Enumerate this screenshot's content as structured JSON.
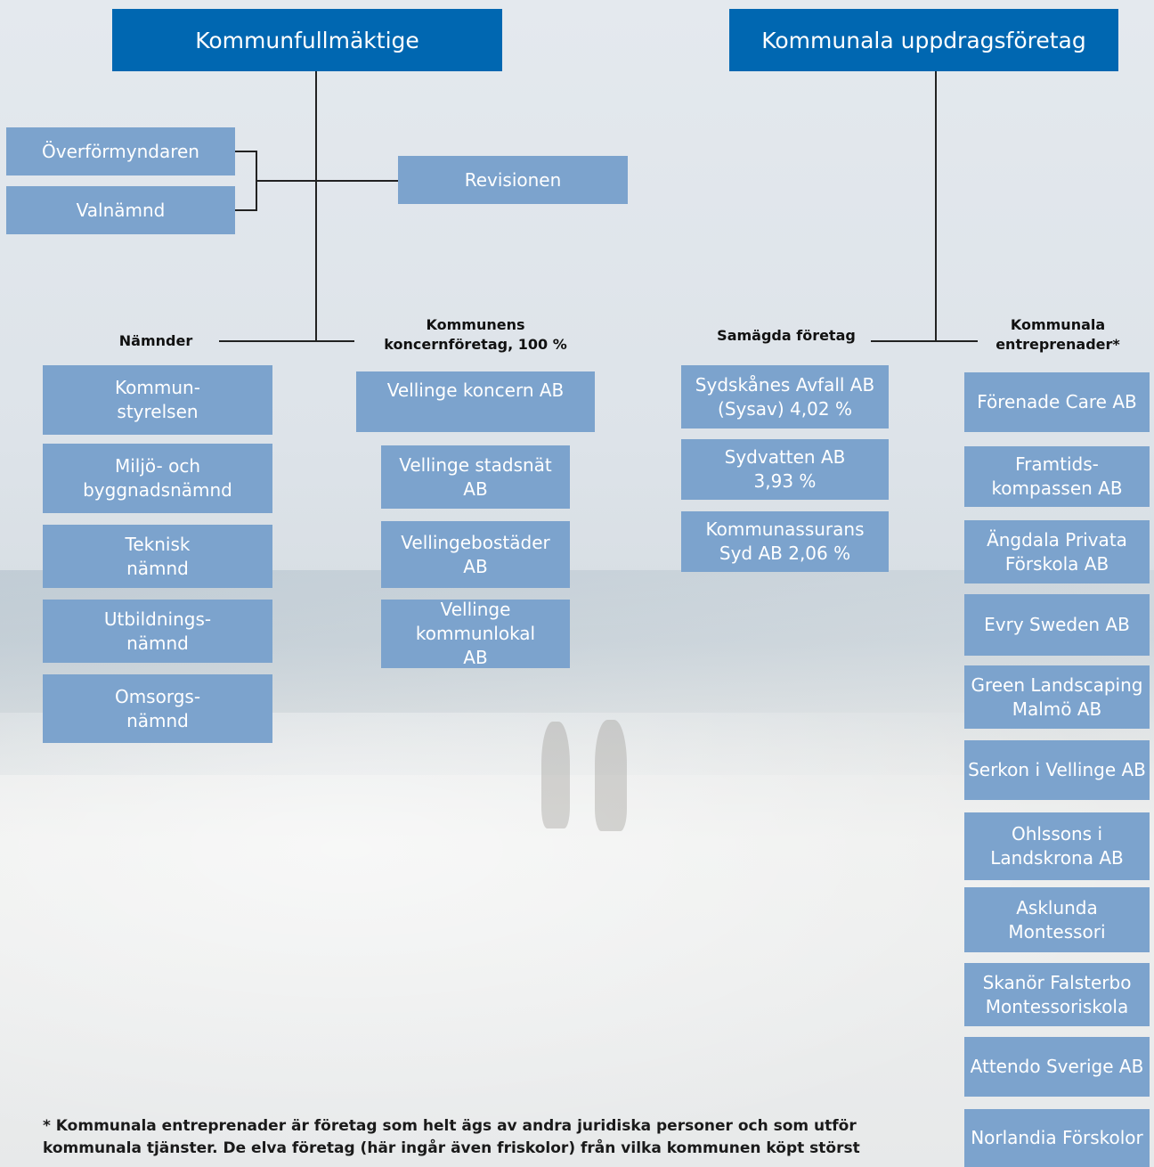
{
  "top": {
    "left_header": "Kommunfullmäktige",
    "right_header": "Kommunala uppdragsföretag"
  },
  "side_boxes": {
    "overformyndaren": "Överförmyndaren",
    "valnamnd": "Valnämnd",
    "revisionen": "Revisionen"
  },
  "labels": {
    "namnder": "Nämnder",
    "koncernforetag": "Kommunens\nkoncernföretag, 100 %",
    "samagda": "Samägda företag",
    "entreprenader": "Kommunala\nentreprenader*"
  },
  "namnder": [
    "Kommun-\nstyrelsen",
    "Miljö- och\nbyggnadsnämnd",
    "Teknisk\nnämnd",
    "Utbildnings-\nnämnd",
    "Omsorgs-\nnämnd"
  ],
  "koncern": [
    "Vellinge koncern AB",
    "Vellinge stadsnät\nAB",
    "Vellingebostäder\nAB",
    "Vellinge kommunlokal\nAB"
  ],
  "samagda": [
    "Sydskånes Avfall AB\n(Sysav) 4,02 %",
    "Sydvatten AB\n3,93 %",
    "Kommunassurans\nSyd AB 2,06 %"
  ],
  "entreprenader": [
    "Förenade Care AB",
    "Framtids-\nkompassen AB",
    "Ängdala Privata\nFörskola AB",
    "Evry Sweden AB",
    "Green Landscaping\nMalmö AB",
    "Serkon i Vellinge AB",
    "Ohlssons i\nLandskrona AB",
    "Asklunda Montessori",
    "Skanör Falsterbo\nMontessoriskola",
    "Attendo Sverige AB",
    "Norlandia Förskolor"
  ],
  "footnote": "* Kommunala entreprenader är företag som helt ägs av andra juridiska personer och som utför kommunala tjänster. De elva företag (här ingår även friskolor) från vilka kommunen köpt störst"
}
